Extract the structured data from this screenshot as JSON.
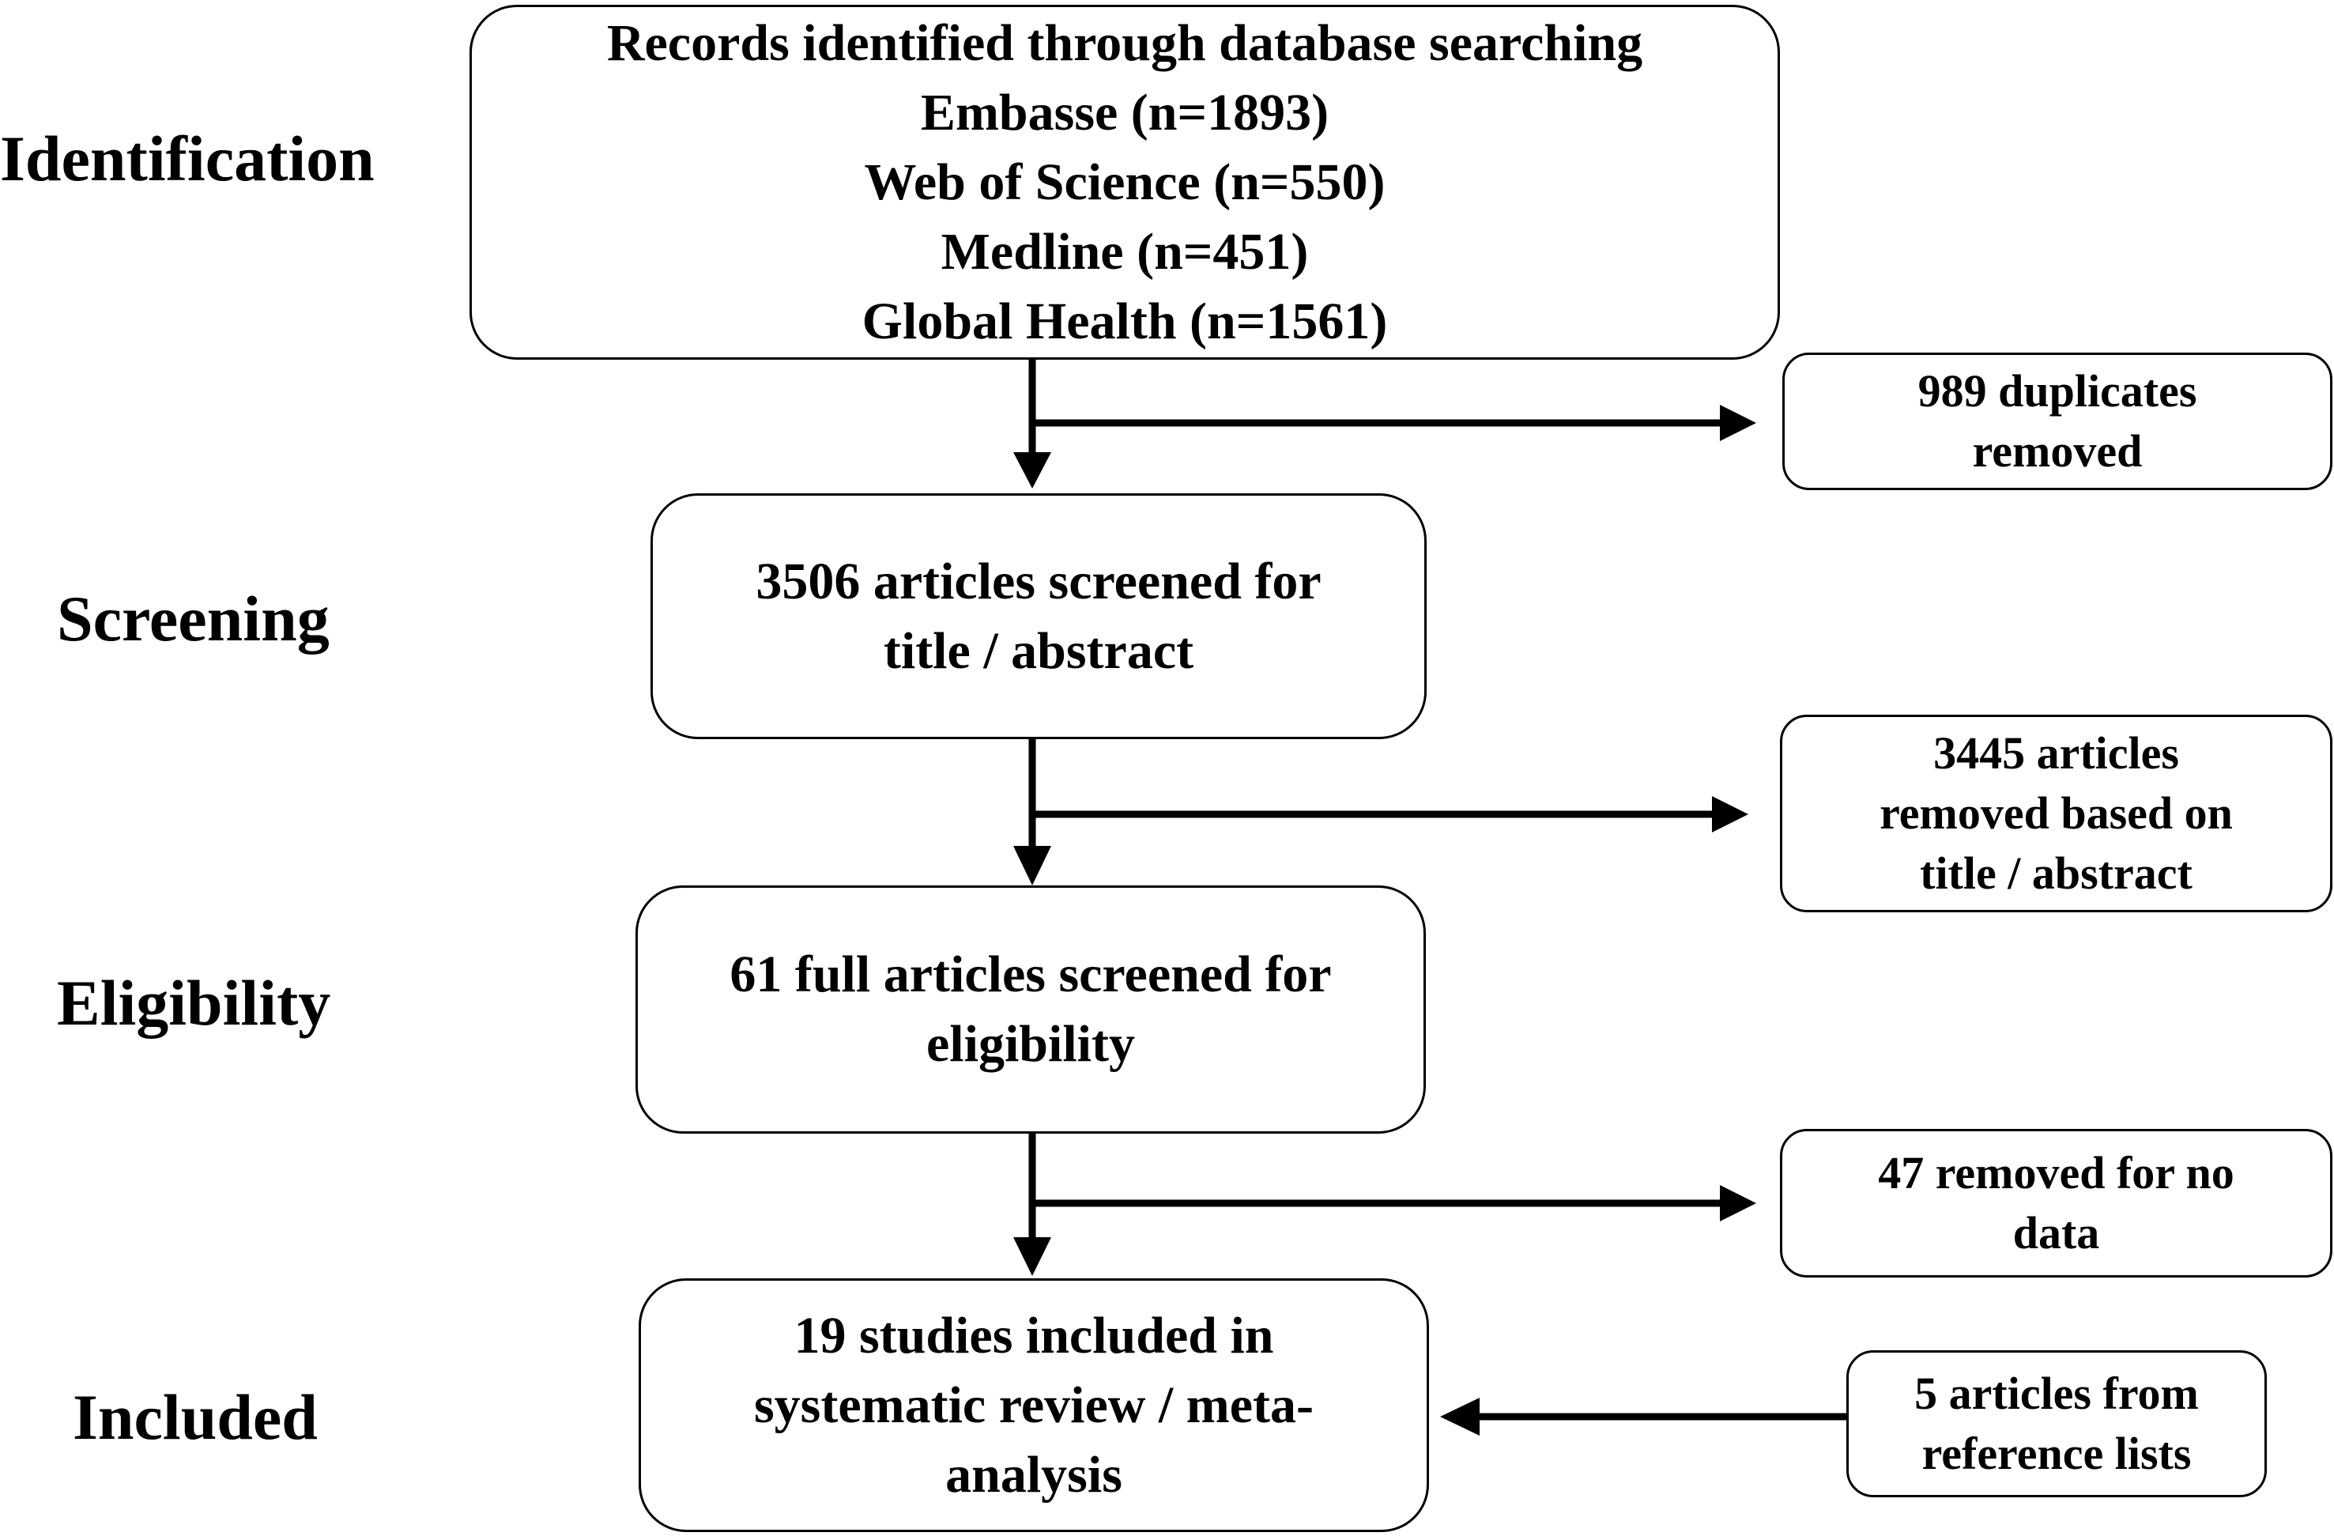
{
  "stages": {
    "identification": "Identification",
    "screening": "Screening",
    "eligibility": "Eligibility",
    "included": "Included"
  },
  "boxes": {
    "records": {
      "lines": [
        "Records identified through database searching",
        "Embasse (n=1893)",
        "Web of Science (n=550)",
        "Medline (n=451)",
        "Global Health (n=1561)"
      ]
    },
    "duplicates": {
      "lines": [
        "989  duplicates",
        "removed"
      ]
    },
    "screened": {
      "lines": [
        "3506 articles screened for",
        "title / abstract"
      ]
    },
    "removed_title": {
      "lines": [
        "3445  articles",
        "removed based on",
        "title / abstract"
      ]
    },
    "full_articles": {
      "lines": [
        "61 full articles screened for",
        "eligibility"
      ]
    },
    "no_data": {
      "lines": [
        "47 removed for no",
        "data"
      ]
    },
    "included_studies": {
      "lines": [
        "19 studies included in",
        "systematic review / meta-",
        "analysis"
      ]
    },
    "reference_lists": {
      "lines": [
        "5 articles from",
        "reference lists"
      ]
    }
  },
  "colors": {
    "line": "#000000",
    "background": "#ffffff"
  }
}
